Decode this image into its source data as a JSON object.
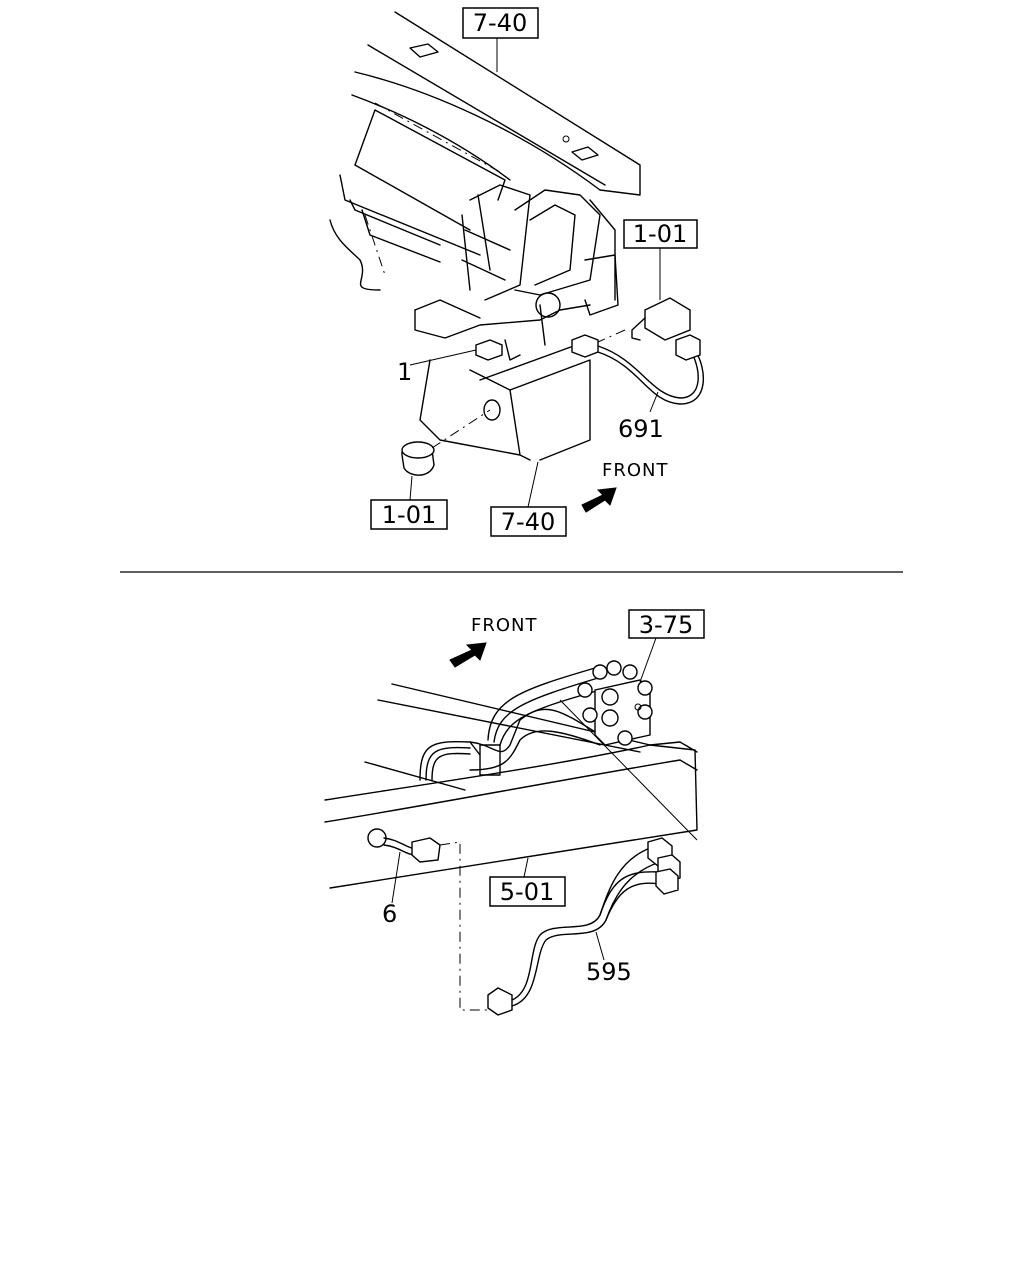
{
  "top_figure": {
    "ref_labels": [
      "7-40",
      "1-01",
      "1-01",
      "7-40"
    ],
    "part_numbers": [
      "1",
      "691"
    ],
    "direction_label": "FRONT"
  },
  "bottom_figure": {
    "ref_labels": [
      "3-75",
      "5-01"
    ],
    "part_numbers": [
      "6",
      "595"
    ],
    "direction_label": "FRONT"
  }
}
